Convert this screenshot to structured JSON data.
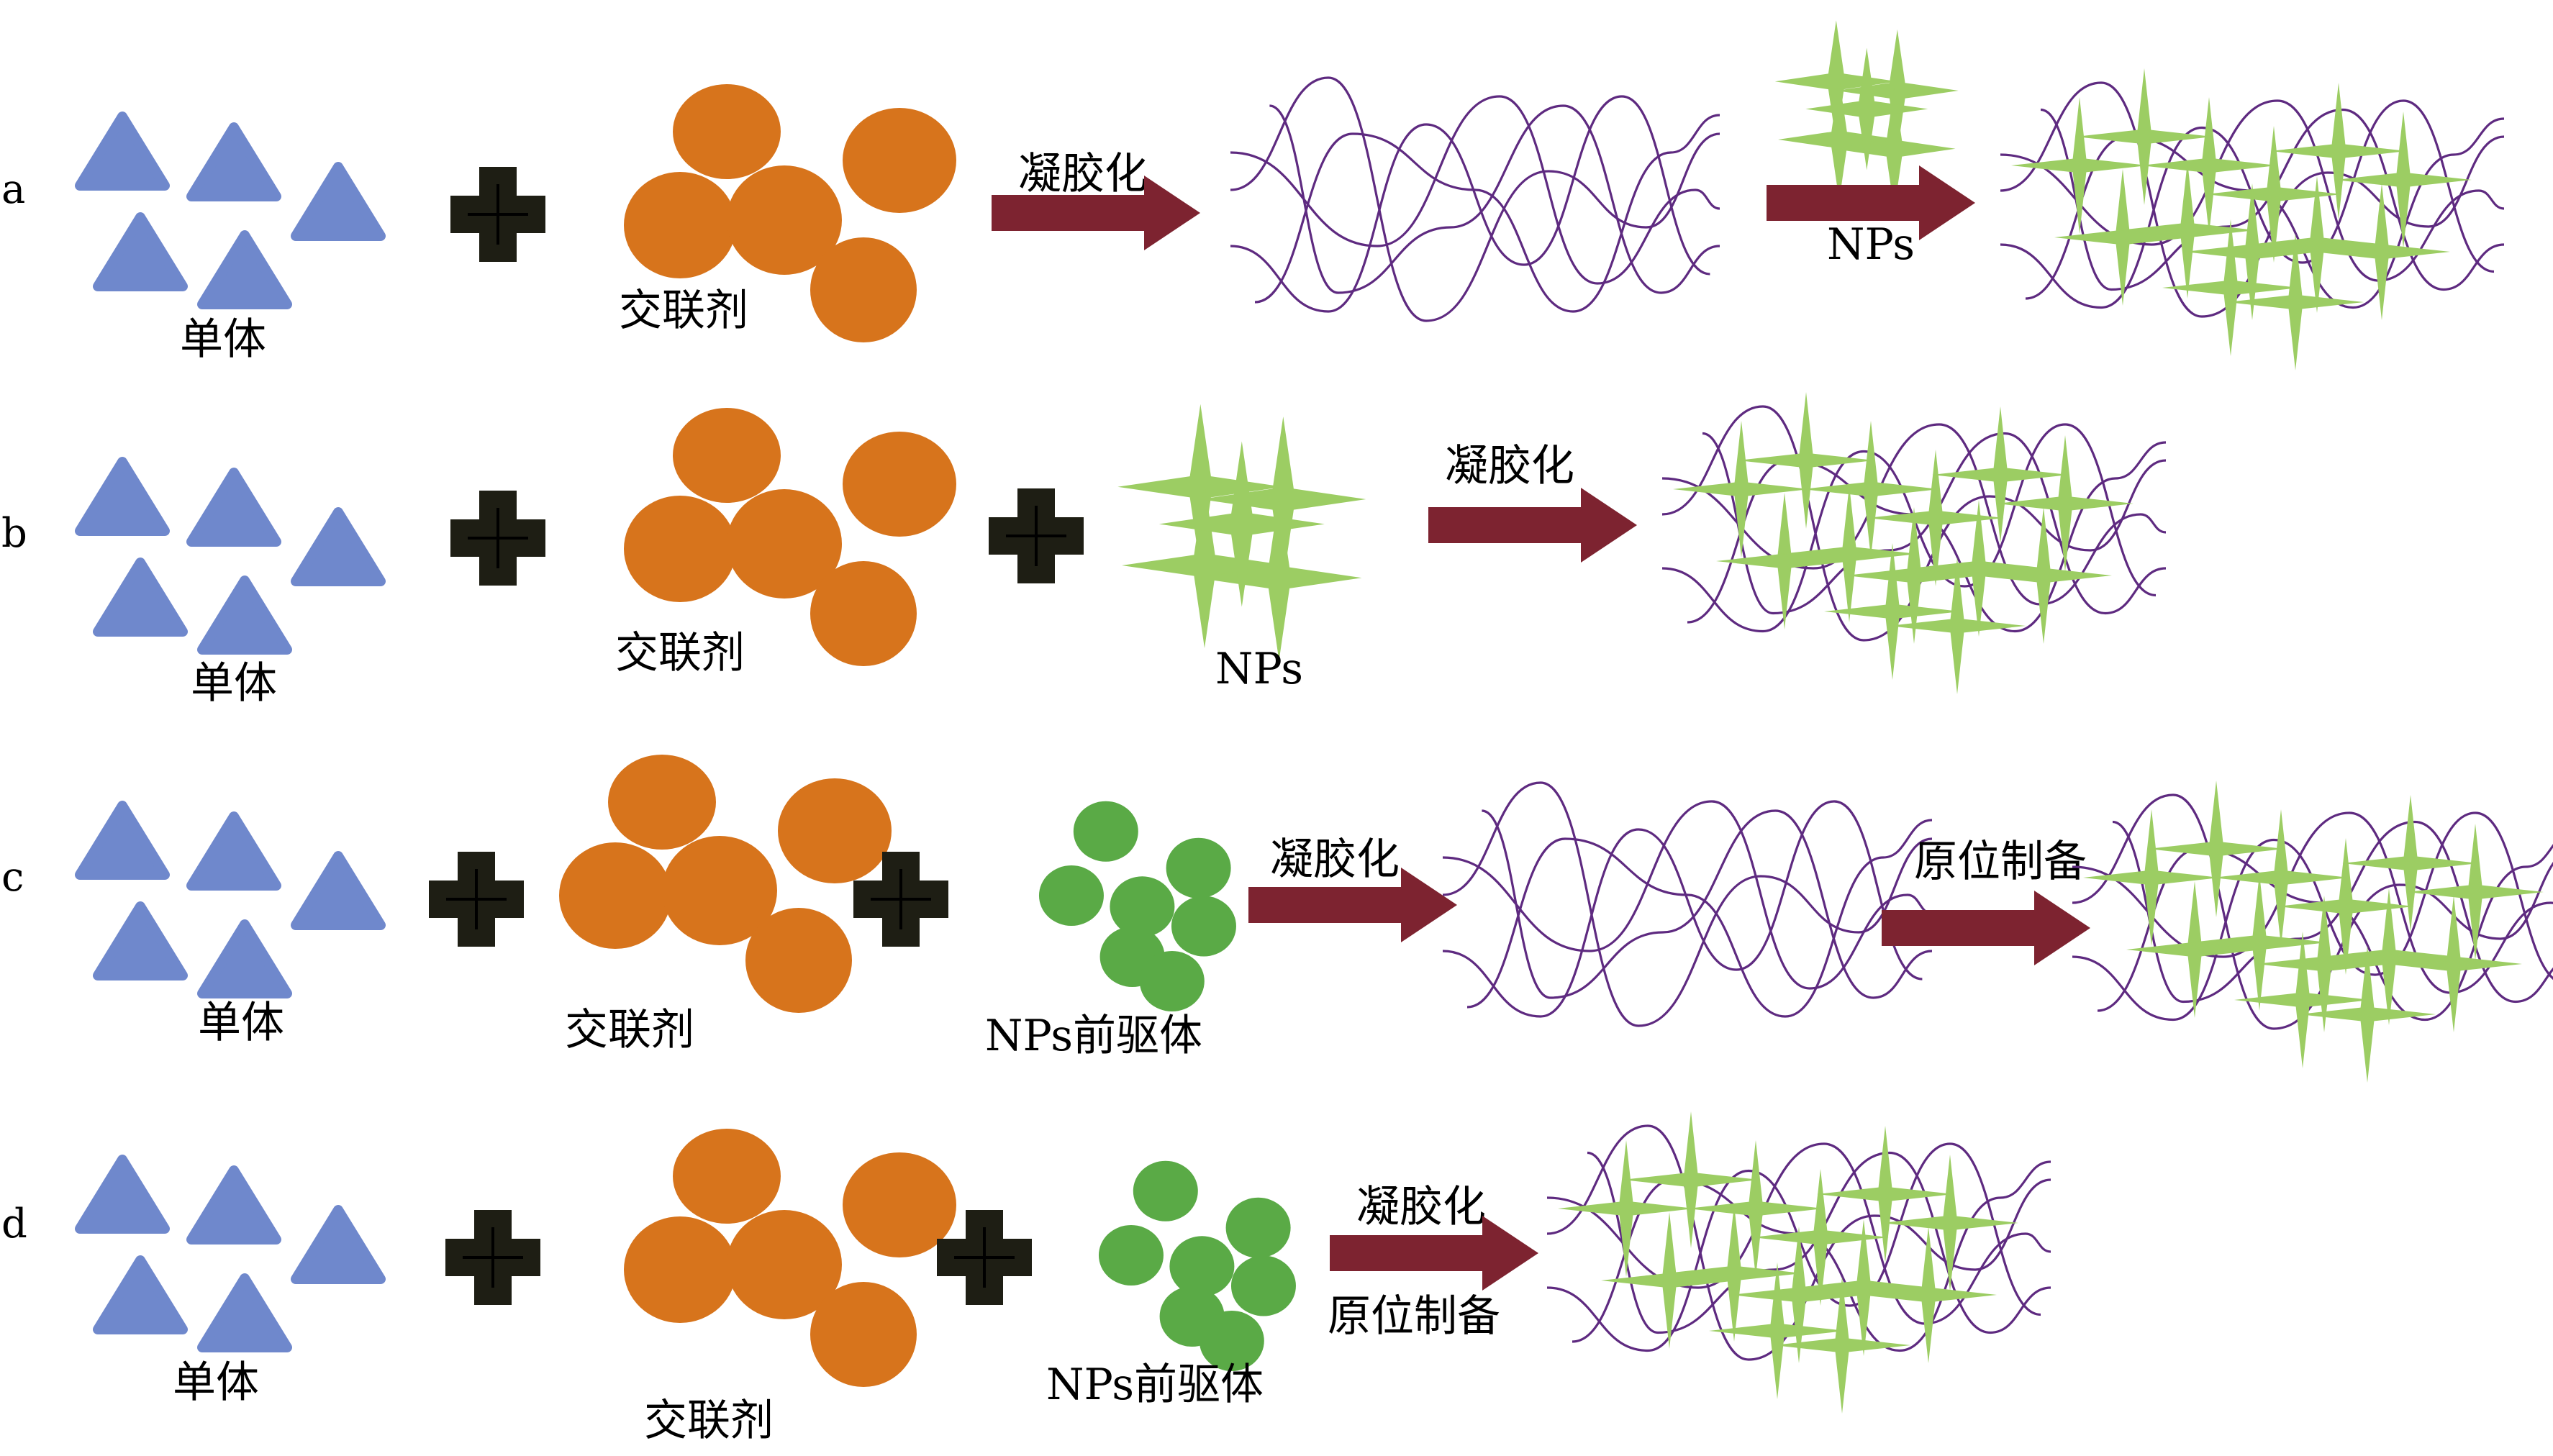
{
  "colors": {
    "monomer": "#6f88cc",
    "crosslinker": "#d7741c",
    "precursor": "#5aaa46",
    "nanoparticle": "#9ccd63",
    "polymer": "#5e2a80",
    "arrow": "#7d2330",
    "plus": "#1e1e14"
  },
  "icons": {
    "monomer": "triangle-icon",
    "crosslinker": "circle-icon",
    "precursor": "circle-icon",
    "nanoparticle": "four-point-star-icon",
    "plus": "plus-icon",
    "arrow": "right-arrow-icon"
  },
  "rows": [
    {
      "id": "a",
      "letter": "a",
      "monomer_label": "单体",
      "crosslinker_label": "交联剂",
      "step1_label": "凝胶化",
      "step2_label": "NPs"
    },
    {
      "id": "b",
      "letter": "b",
      "monomer_label": "单体",
      "crosslinker_label": "交联剂",
      "np_label": "NPs",
      "step1_label": "凝胶化"
    },
    {
      "id": "c",
      "letter": "c",
      "monomer_label": "单体",
      "crosslinker_label": "交联剂",
      "precursor_label": "NPs前驱体",
      "step1_label": "凝胶化",
      "step2_label": "原位制备"
    },
    {
      "id": "d",
      "letter": "d",
      "monomer_label": "单体",
      "crosslinker_label": "交联剂",
      "precursor_label": "NPs前驱体",
      "step1_label": "凝胶化",
      "step1b_label": "原位制备"
    }
  ]
}
